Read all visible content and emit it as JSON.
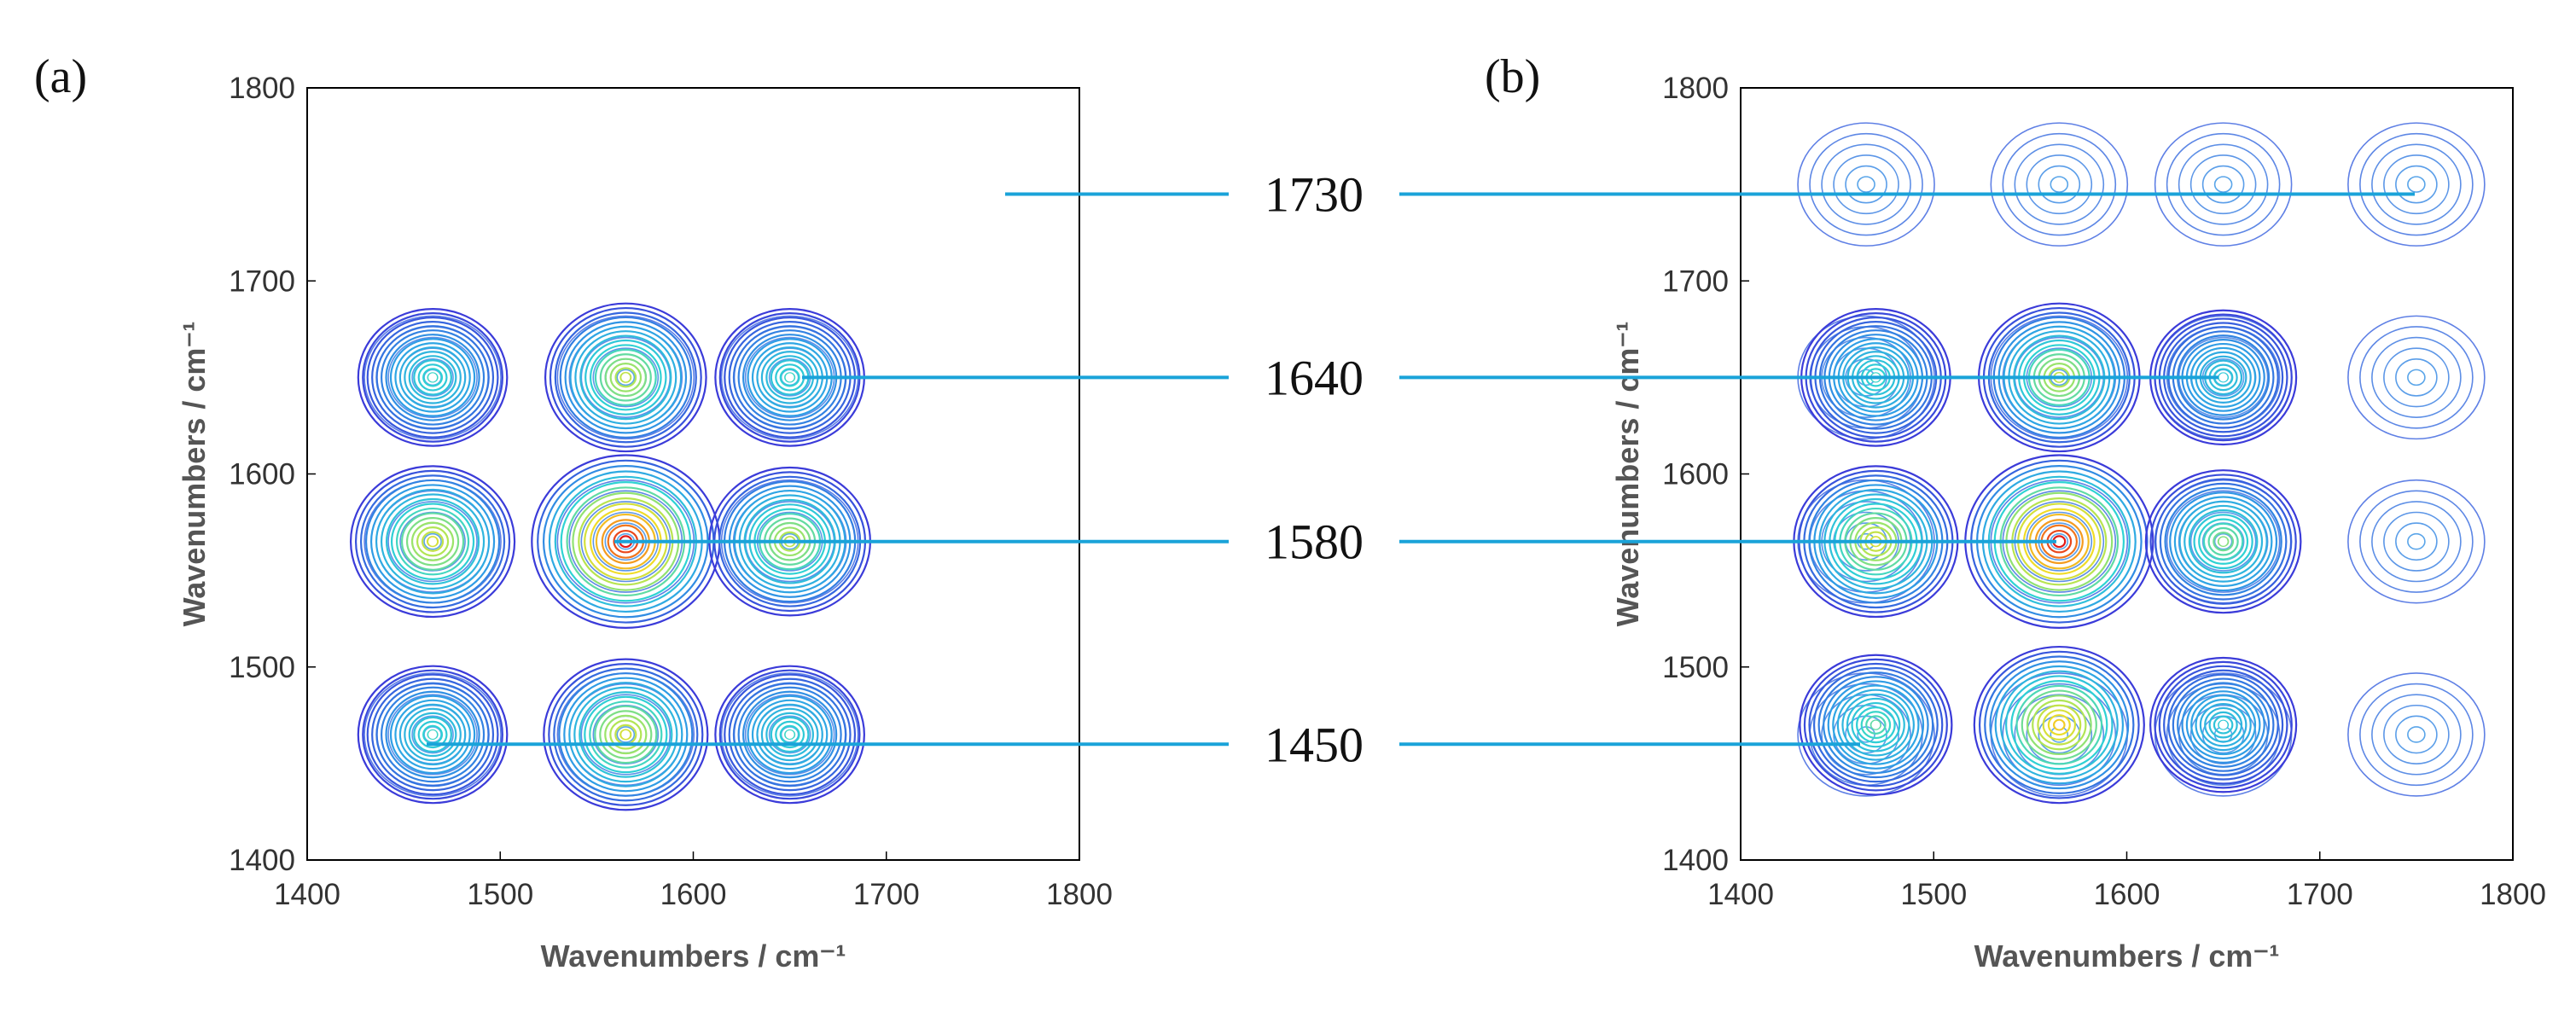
{
  "chart_data": [
    {
      "type": "contour",
      "panel_label": "(a)",
      "xlabel": "Wavenumbers / cm⁻¹",
      "ylabel": "Wavenumbers / cm⁻¹",
      "xlim": [
        1400,
        1800
      ],
      "ylim": [
        1400,
        1800
      ],
      "xticks": [
        1400,
        1500,
        1600,
        1700,
        1800
      ],
      "yticks": [
        1400,
        1500,
        1600,
        1700,
        1800
      ],
      "peak_positions": [
        1465,
        1565,
        1650
      ],
      "peaks": [
        {
          "x": 1565,
          "y": 1565,
          "intensity": 1.0
        },
        {
          "x": 1465,
          "y": 1565,
          "intensity": 0.6
        },
        {
          "x": 1565,
          "y": 1465,
          "intensity": 0.6
        },
        {
          "x": 1650,
          "y": 1565,
          "intensity": 0.55
        },
        {
          "x": 1565,
          "y": 1650,
          "intensity": 0.55
        },
        {
          "x": 1465,
          "y": 1465,
          "intensity": 0.35
        },
        {
          "x": 1650,
          "y": 1650,
          "intensity": 0.35
        },
        {
          "x": 1465,
          "y": 1650,
          "intensity": 0.35
        },
        {
          "x": 1650,
          "y": 1465,
          "intensity": 0.35
        }
      ]
    },
    {
      "type": "contour",
      "panel_label": "(b)",
      "xlabel": "Wavenumbers / cm⁻¹",
      "ylabel": "Wavenumbers / cm⁻¹",
      "xlim": [
        1400,
        1800
      ],
      "ylim": [
        1400,
        1800
      ],
      "xticks": [
        1400,
        1500,
        1600,
        1700,
        1800
      ],
      "yticks": [
        1400,
        1500,
        1600,
        1700,
        1800
      ],
      "peak_positions": [
        1465,
        1565,
        1650,
        1750
      ],
      "peaks": [
        {
          "x": 1565,
          "y": 1565,
          "intensity": 1.0
        },
        {
          "x": 1565,
          "y": 1470,
          "intensity": 0.7
        },
        {
          "x": 1470,
          "y": 1565,
          "intensity": 0.6
        },
        {
          "x": 1565,
          "y": 1650,
          "intensity": 0.55
        },
        {
          "x": 1650,
          "y": 1565,
          "intensity": 0.45
        },
        {
          "x": 1470,
          "y": 1470,
          "intensity": 0.4
        },
        {
          "x": 1470,
          "y": 1650,
          "intensity": 0.35
        },
        {
          "x": 1650,
          "y": 1650,
          "intensity": 0.3
        },
        {
          "x": 1650,
          "y": 1470,
          "intensity": 0.3
        }
      ]
    }
  ],
  "annotations": [
    {
      "label": "1730",
      "y": 1745
    },
    {
      "label": "1640",
      "y": 1650
    },
    {
      "label": "1580",
      "y": 1565
    },
    {
      "label": "1450",
      "y": 1460
    }
  ],
  "colors": {
    "low": "#3b3bd9",
    "mid": "#2fd3d3",
    "high": "#e21a1a",
    "leader": "#1aa3d9"
  }
}
